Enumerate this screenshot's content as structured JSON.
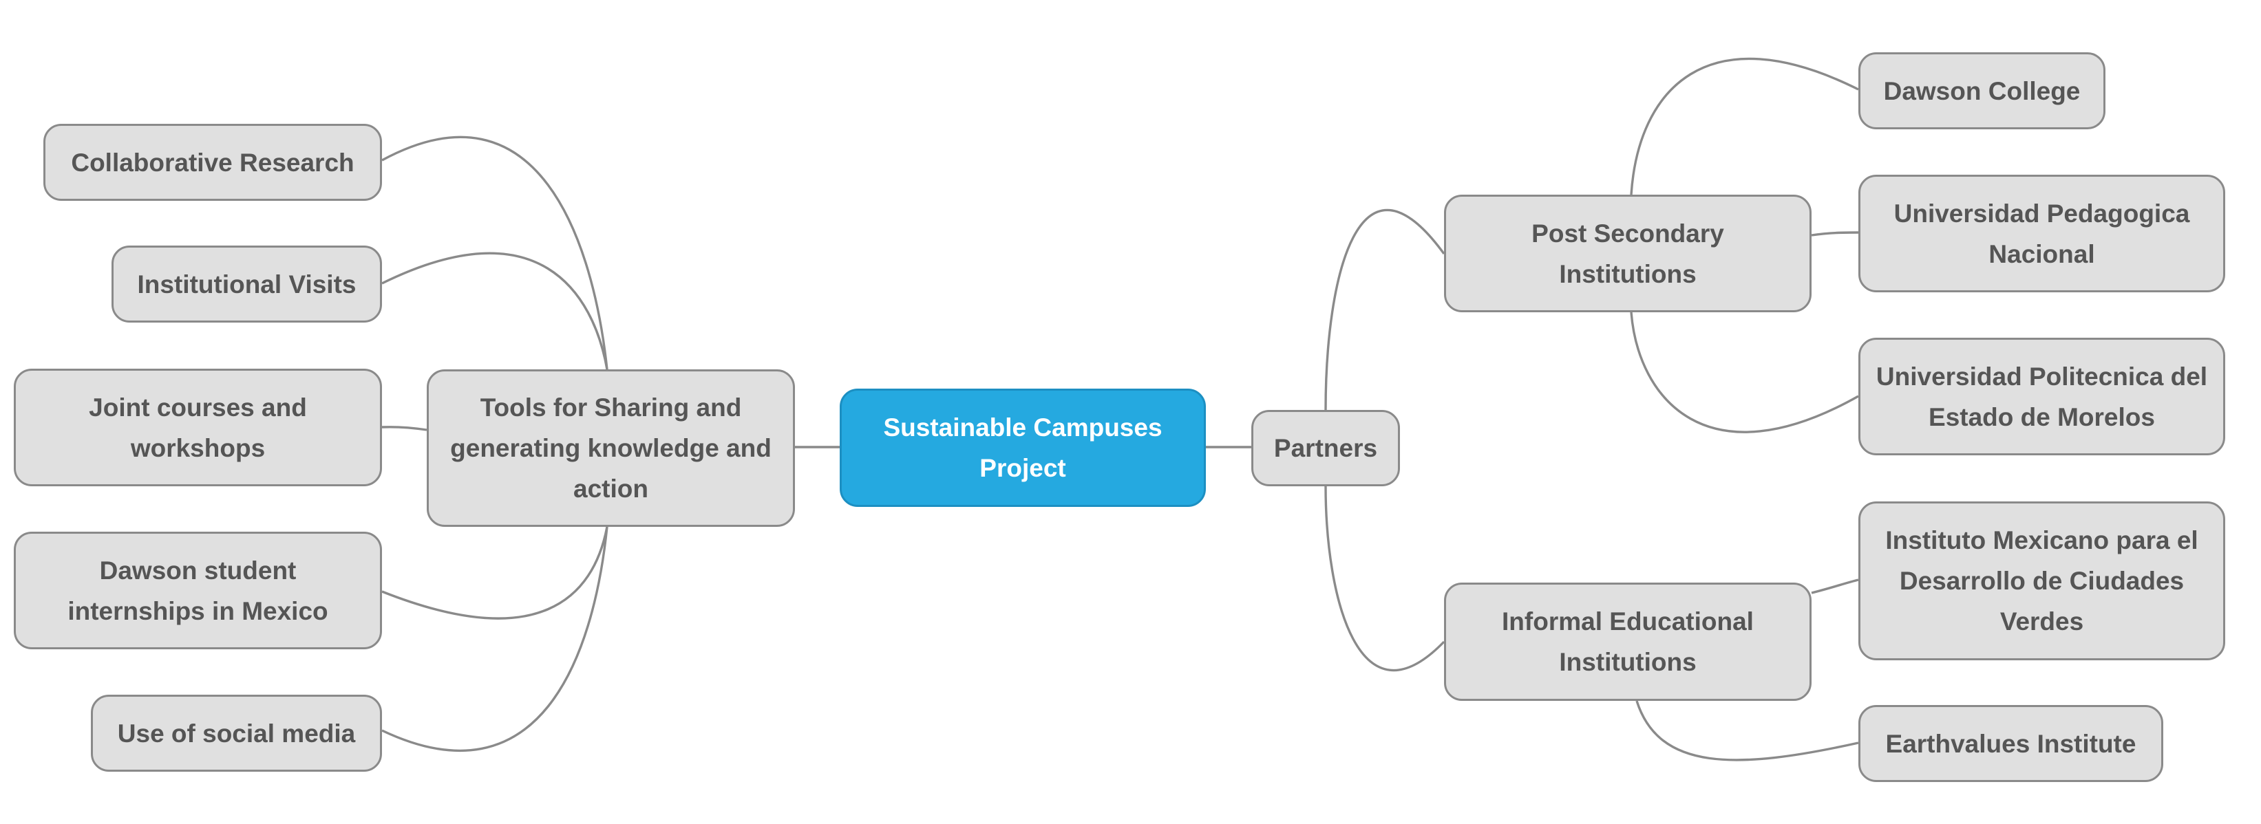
{
  "diagram": {
    "root": {
      "label": "Sustainable Campuses Project",
      "color": "#25a9e0"
    },
    "left_branch": {
      "label": "Tools for Sharing and generating knowledge and action",
      "children": [
        {
          "label": "Collaborative Research"
        },
        {
          "label": "Institutional Visits"
        },
        {
          "label": "Joint courses and workshops"
        },
        {
          "label": "Dawson student internships in Mexico"
        },
        {
          "label": "Use of social media"
        }
      ]
    },
    "right_branch": {
      "label": "Partners",
      "children": [
        {
          "label": "Post Secondary Institutions",
          "children": [
            {
              "label": "Dawson College"
            },
            {
              "label": "Universidad Pedagogica Nacional"
            },
            {
              "label": "Universidad Politecnica del Estado de Morelos"
            }
          ]
        },
        {
          "label": "Informal Educational Institutions",
          "children": [
            {
              "label": "Instituto Mexicano para el Desarrollo de Ciudades Verdes"
            },
            {
              "label": "Earthvalues Institute"
            }
          ]
        }
      ]
    },
    "colors": {
      "node_fill": "#e0e0e0",
      "node_border": "#8a8a8a",
      "node_text": "#555555",
      "connector": "#8a8a8a"
    }
  }
}
